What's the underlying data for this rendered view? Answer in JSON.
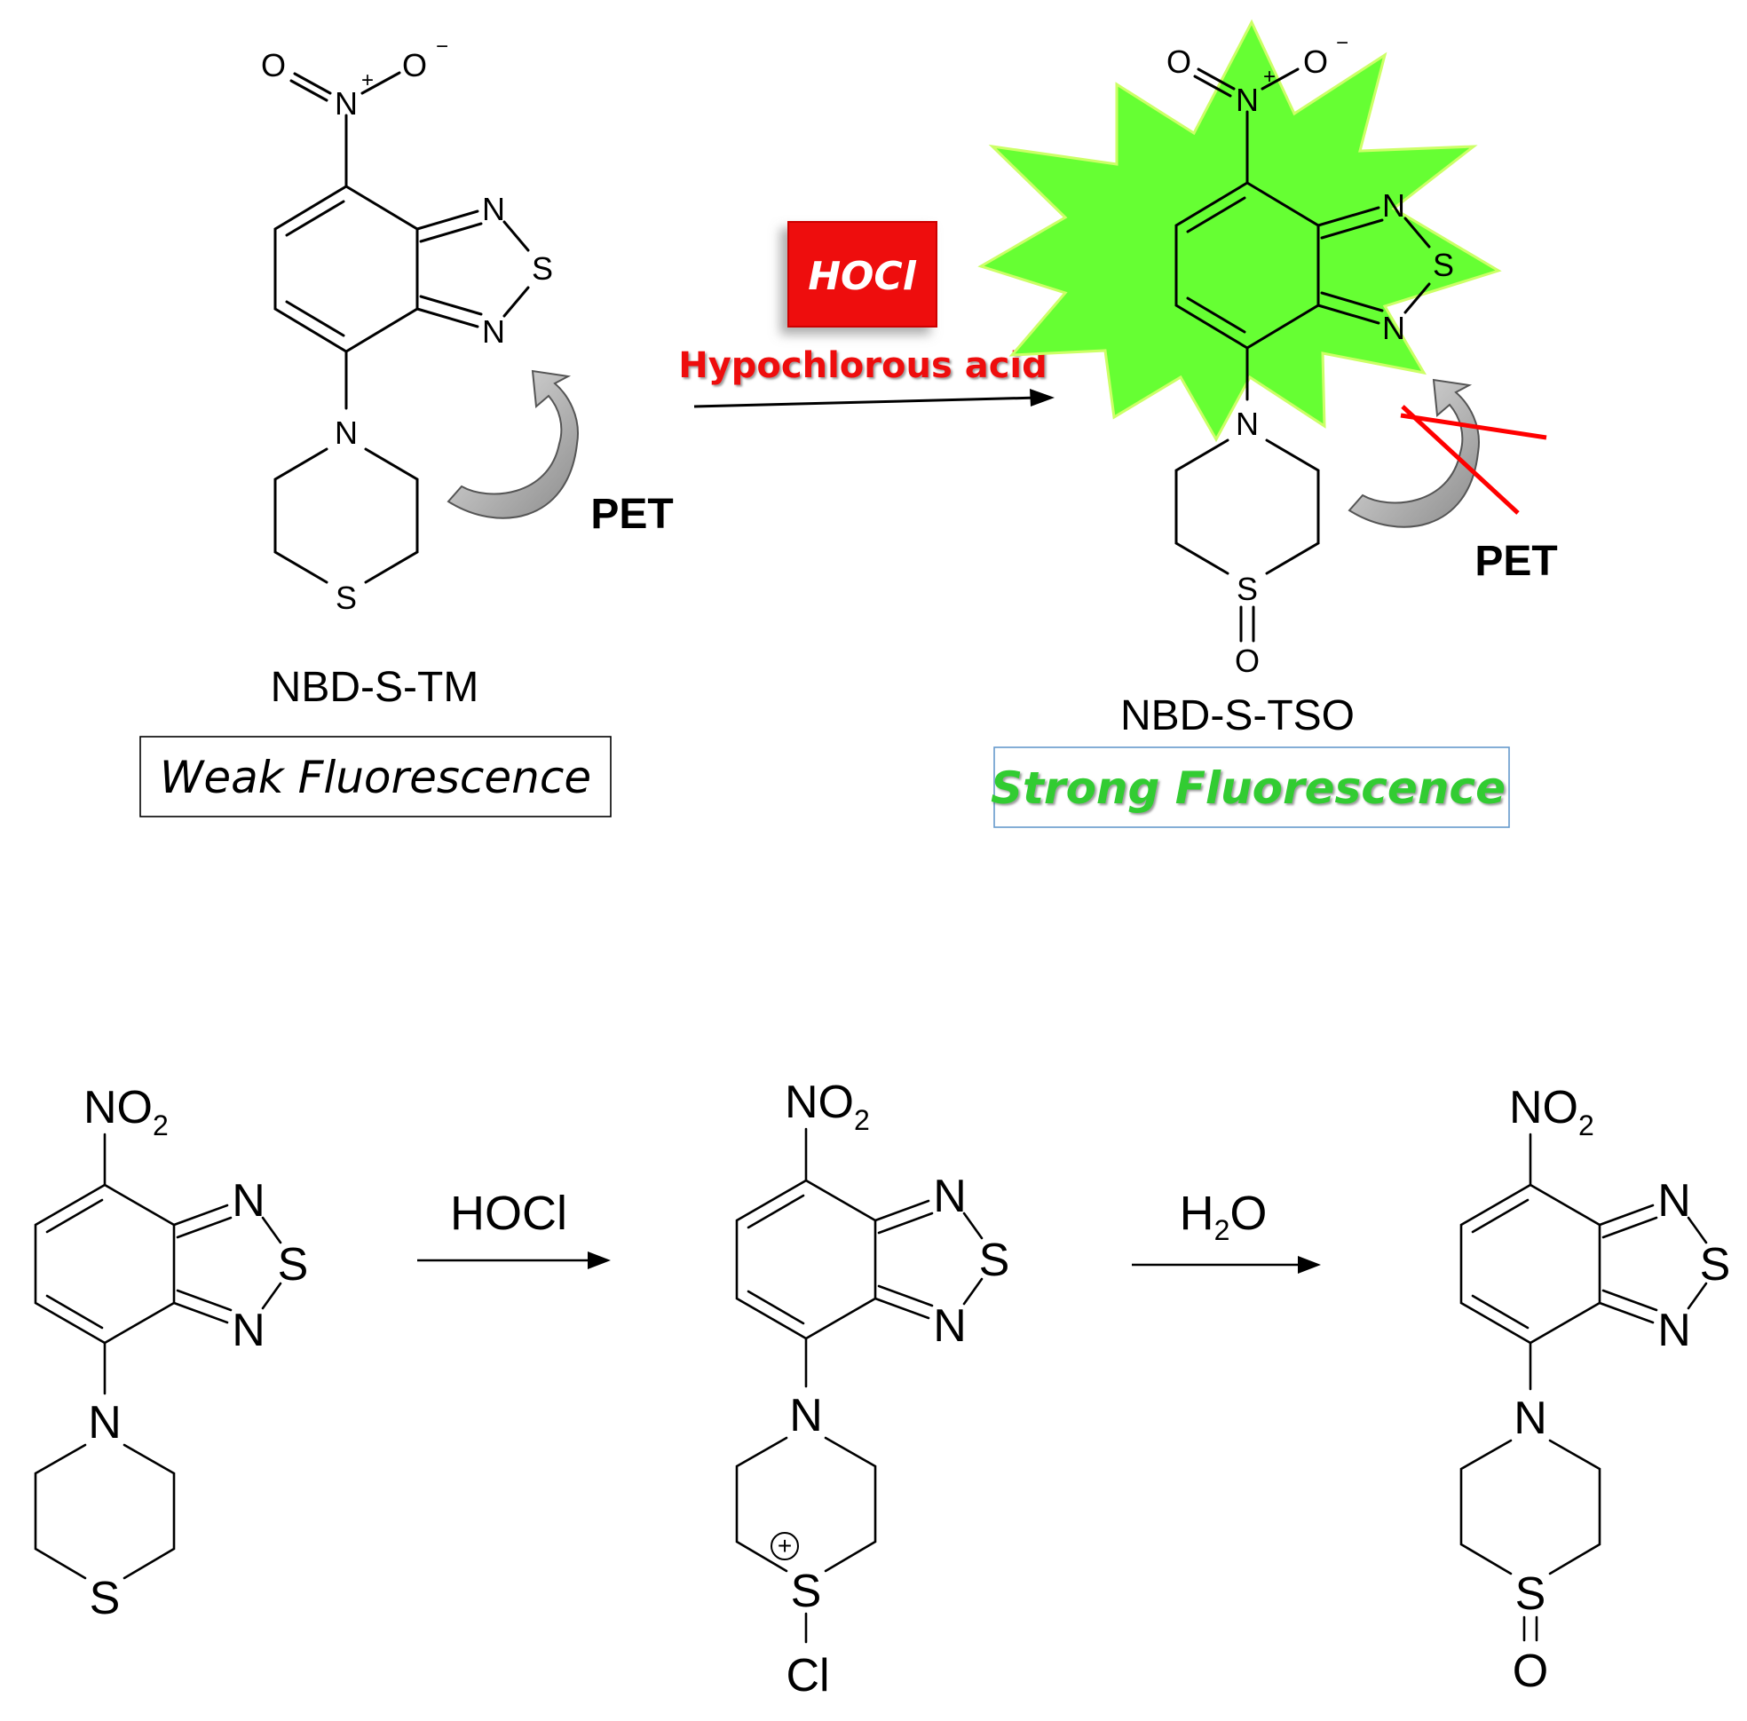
{
  "top_scheme": {
    "reactant": {
      "name": "NBD-S-TM",
      "fluorescence": "Weak Fluorescence",
      "pet_label": "PET",
      "atoms": {
        "o1": "O",
        "n_nitro": "N",
        "plus": "+",
        "o2": "O",
        "minus": "−",
        "n1": "N",
        "s_ring": "S",
        "n2": "N",
        "n_amine": "N",
        "s_thio": "S"
      }
    },
    "reagent": {
      "box_label": "HOCl",
      "label": "Hypochlorous acid"
    },
    "product": {
      "name": "NBD-S-TSO",
      "fluorescence": "Strong Fluorescence",
      "pet_label": "PET",
      "atoms": {
        "o1": "O",
        "n_nitro": "N",
        "plus": "+",
        "o2": "O",
        "minus": "−",
        "n1": "N",
        "s_ring": "S",
        "n2": "N",
        "n_amine": "N",
        "s_oxide": "S",
        "o_oxide": "O"
      }
    }
  },
  "bottom_scheme": {
    "step1_reagent": "HOCl",
    "step2_reagent_main": "H",
    "step2_reagent_sub": "2",
    "step2_reagent_tail": "O",
    "structures": [
      {
        "nitro": "NO",
        "nitro_sub": "2",
        "n1": "N",
        "s_ring": "S",
        "n2": "N",
        "n_amine": "N",
        "s_bottom": "S"
      },
      {
        "nitro": "NO",
        "nitro_sub": "2",
        "n1": "N",
        "s_ring": "S",
        "n2": "N",
        "n_amine": "N",
        "s_bottom": "S",
        "charge": "+",
        "cl": "Cl"
      },
      {
        "nitro": "NO",
        "nitro_sub": "2",
        "n1": "N",
        "s_ring": "S",
        "n2": "N",
        "n_amine": "N",
        "s_bottom": "S",
        "o_oxide": "O"
      }
    ]
  },
  "colors": {
    "burst_fill": "#66ff33",
    "reagent_box": "#ee1111",
    "strong_text": "#33cc33",
    "cross": "#ff0000",
    "arrow_grey": "#999999"
  }
}
